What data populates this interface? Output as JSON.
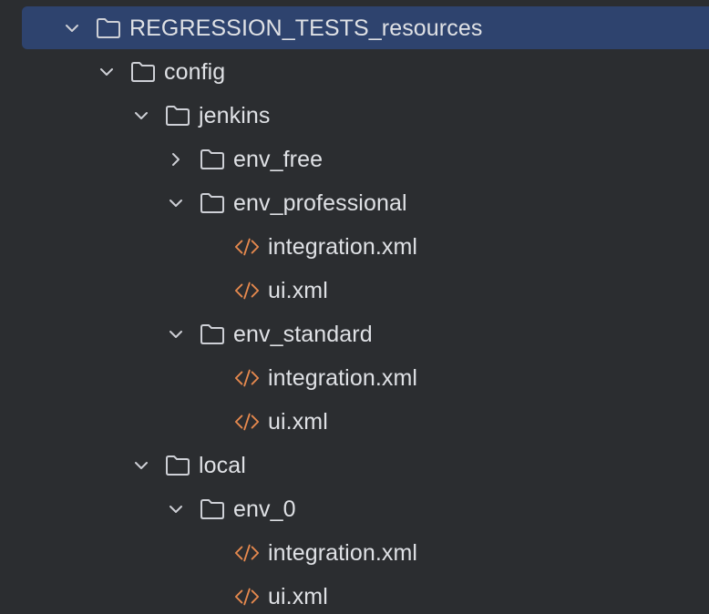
{
  "tree": {
    "items": [
      {
        "label": "REGRESSION_TESTS_resources",
        "type": "folder",
        "depth": 0,
        "expanded": true,
        "selected": true
      },
      {
        "label": "config",
        "type": "folder",
        "depth": 1,
        "expanded": true
      },
      {
        "label": "jenkins",
        "type": "folder",
        "depth": 2,
        "expanded": true
      },
      {
        "label": "env_free",
        "type": "folder",
        "depth": 3,
        "expanded": false
      },
      {
        "label": "env_professional",
        "type": "folder",
        "depth": 3,
        "expanded": true
      },
      {
        "label": "integration.xml",
        "type": "xml",
        "depth": 4
      },
      {
        "label": "ui.xml",
        "type": "xml",
        "depth": 4
      },
      {
        "label": "env_standard",
        "type": "folder",
        "depth": 3,
        "expanded": true
      },
      {
        "label": "integration.xml",
        "type": "xml",
        "depth": 4
      },
      {
        "label": "ui.xml",
        "type": "xml",
        "depth": 4
      },
      {
        "label": "local",
        "type": "folder",
        "depth": 2,
        "expanded": true
      },
      {
        "label": "env_0",
        "type": "folder",
        "depth": 3,
        "expanded": true
      },
      {
        "label": "integration.xml",
        "type": "xml",
        "depth": 4
      },
      {
        "label": "ui.xml",
        "type": "xml",
        "depth": 4
      }
    ]
  },
  "colors": {
    "background": "#2b2d30",
    "selection": "#2e436e",
    "text": "#dfe1e5",
    "icon_stroke": "#ced0d6",
    "xml_icon": "#e6894e"
  },
  "icons": {
    "folder": "folder-icon",
    "xml": "xml-file-icon",
    "expanded": "chevron-down-icon",
    "collapsed": "chevron-right-icon"
  }
}
